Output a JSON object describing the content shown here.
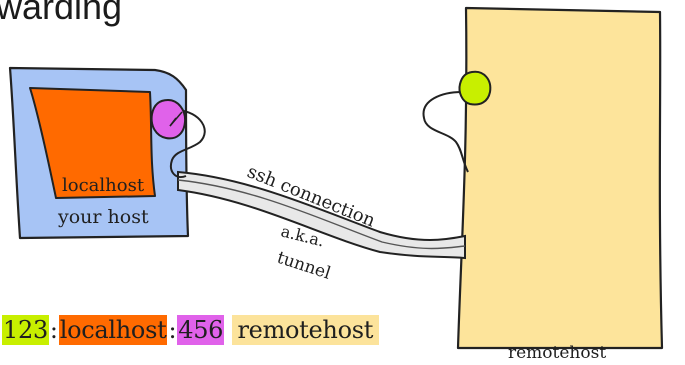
{
  "title": "warding",
  "labels": {
    "localhost": "localhost",
    "your_host": "your host",
    "ssh_connection": "ssh connection",
    "aka": "a.k.a.",
    "tunnel": "tunnel",
    "remotehost": "remotehost"
  },
  "legend": {
    "port_local": "123",
    "sep1": ":",
    "localhost": "localhost",
    "sep2": ":",
    "port_remote": "456",
    "remotehost": "remotehost"
  },
  "colors": {
    "local_port": "#c8ef00",
    "localhost": "#ff6a00",
    "remote_port": "#e062ea",
    "remotehost": "#fce39b",
    "your_host": "#a7c4f5"
  }
}
